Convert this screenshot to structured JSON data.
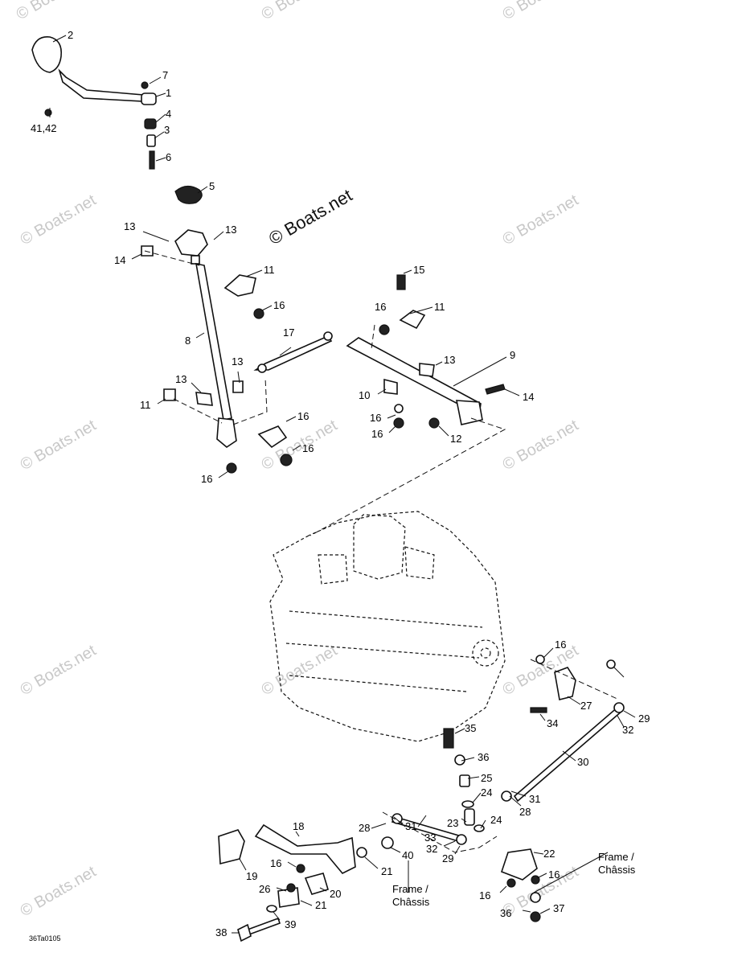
{
  "watermark": {
    "main": "© Boats.net",
    "repeat": "© Boats.net"
  },
  "reference_code": "36Ta0105",
  "notes": {
    "frame_chassis_left": [
      "Frame /",
      "Châssis"
    ],
    "frame_chassis_right": [
      "Frame /",
      "Châssis"
    ]
  },
  "callouts": [
    "2",
    "7",
    "1",
    "4",
    "3",
    "6",
    "41,42",
    "5",
    "13",
    "13",
    "14",
    "11",
    "16",
    "8",
    "15",
    "16",
    "11",
    "17",
    "9",
    "13",
    "13",
    "13",
    "10",
    "14",
    "11",
    "16",
    "12",
    "16",
    "16",
    "16",
    "16",
    "16",
    "27",
    "29",
    "34",
    "32",
    "35",
    "36",
    "30",
    "25",
    "24",
    "31",
    "28",
    "28",
    "31",
    "33",
    "23",
    "24",
    "18",
    "32",
    "29",
    "22",
    "40",
    "16",
    "21",
    "19",
    "16",
    "26",
    "20",
    "16",
    "21",
    "36",
    "37",
    "38",
    "39"
  ]
}
